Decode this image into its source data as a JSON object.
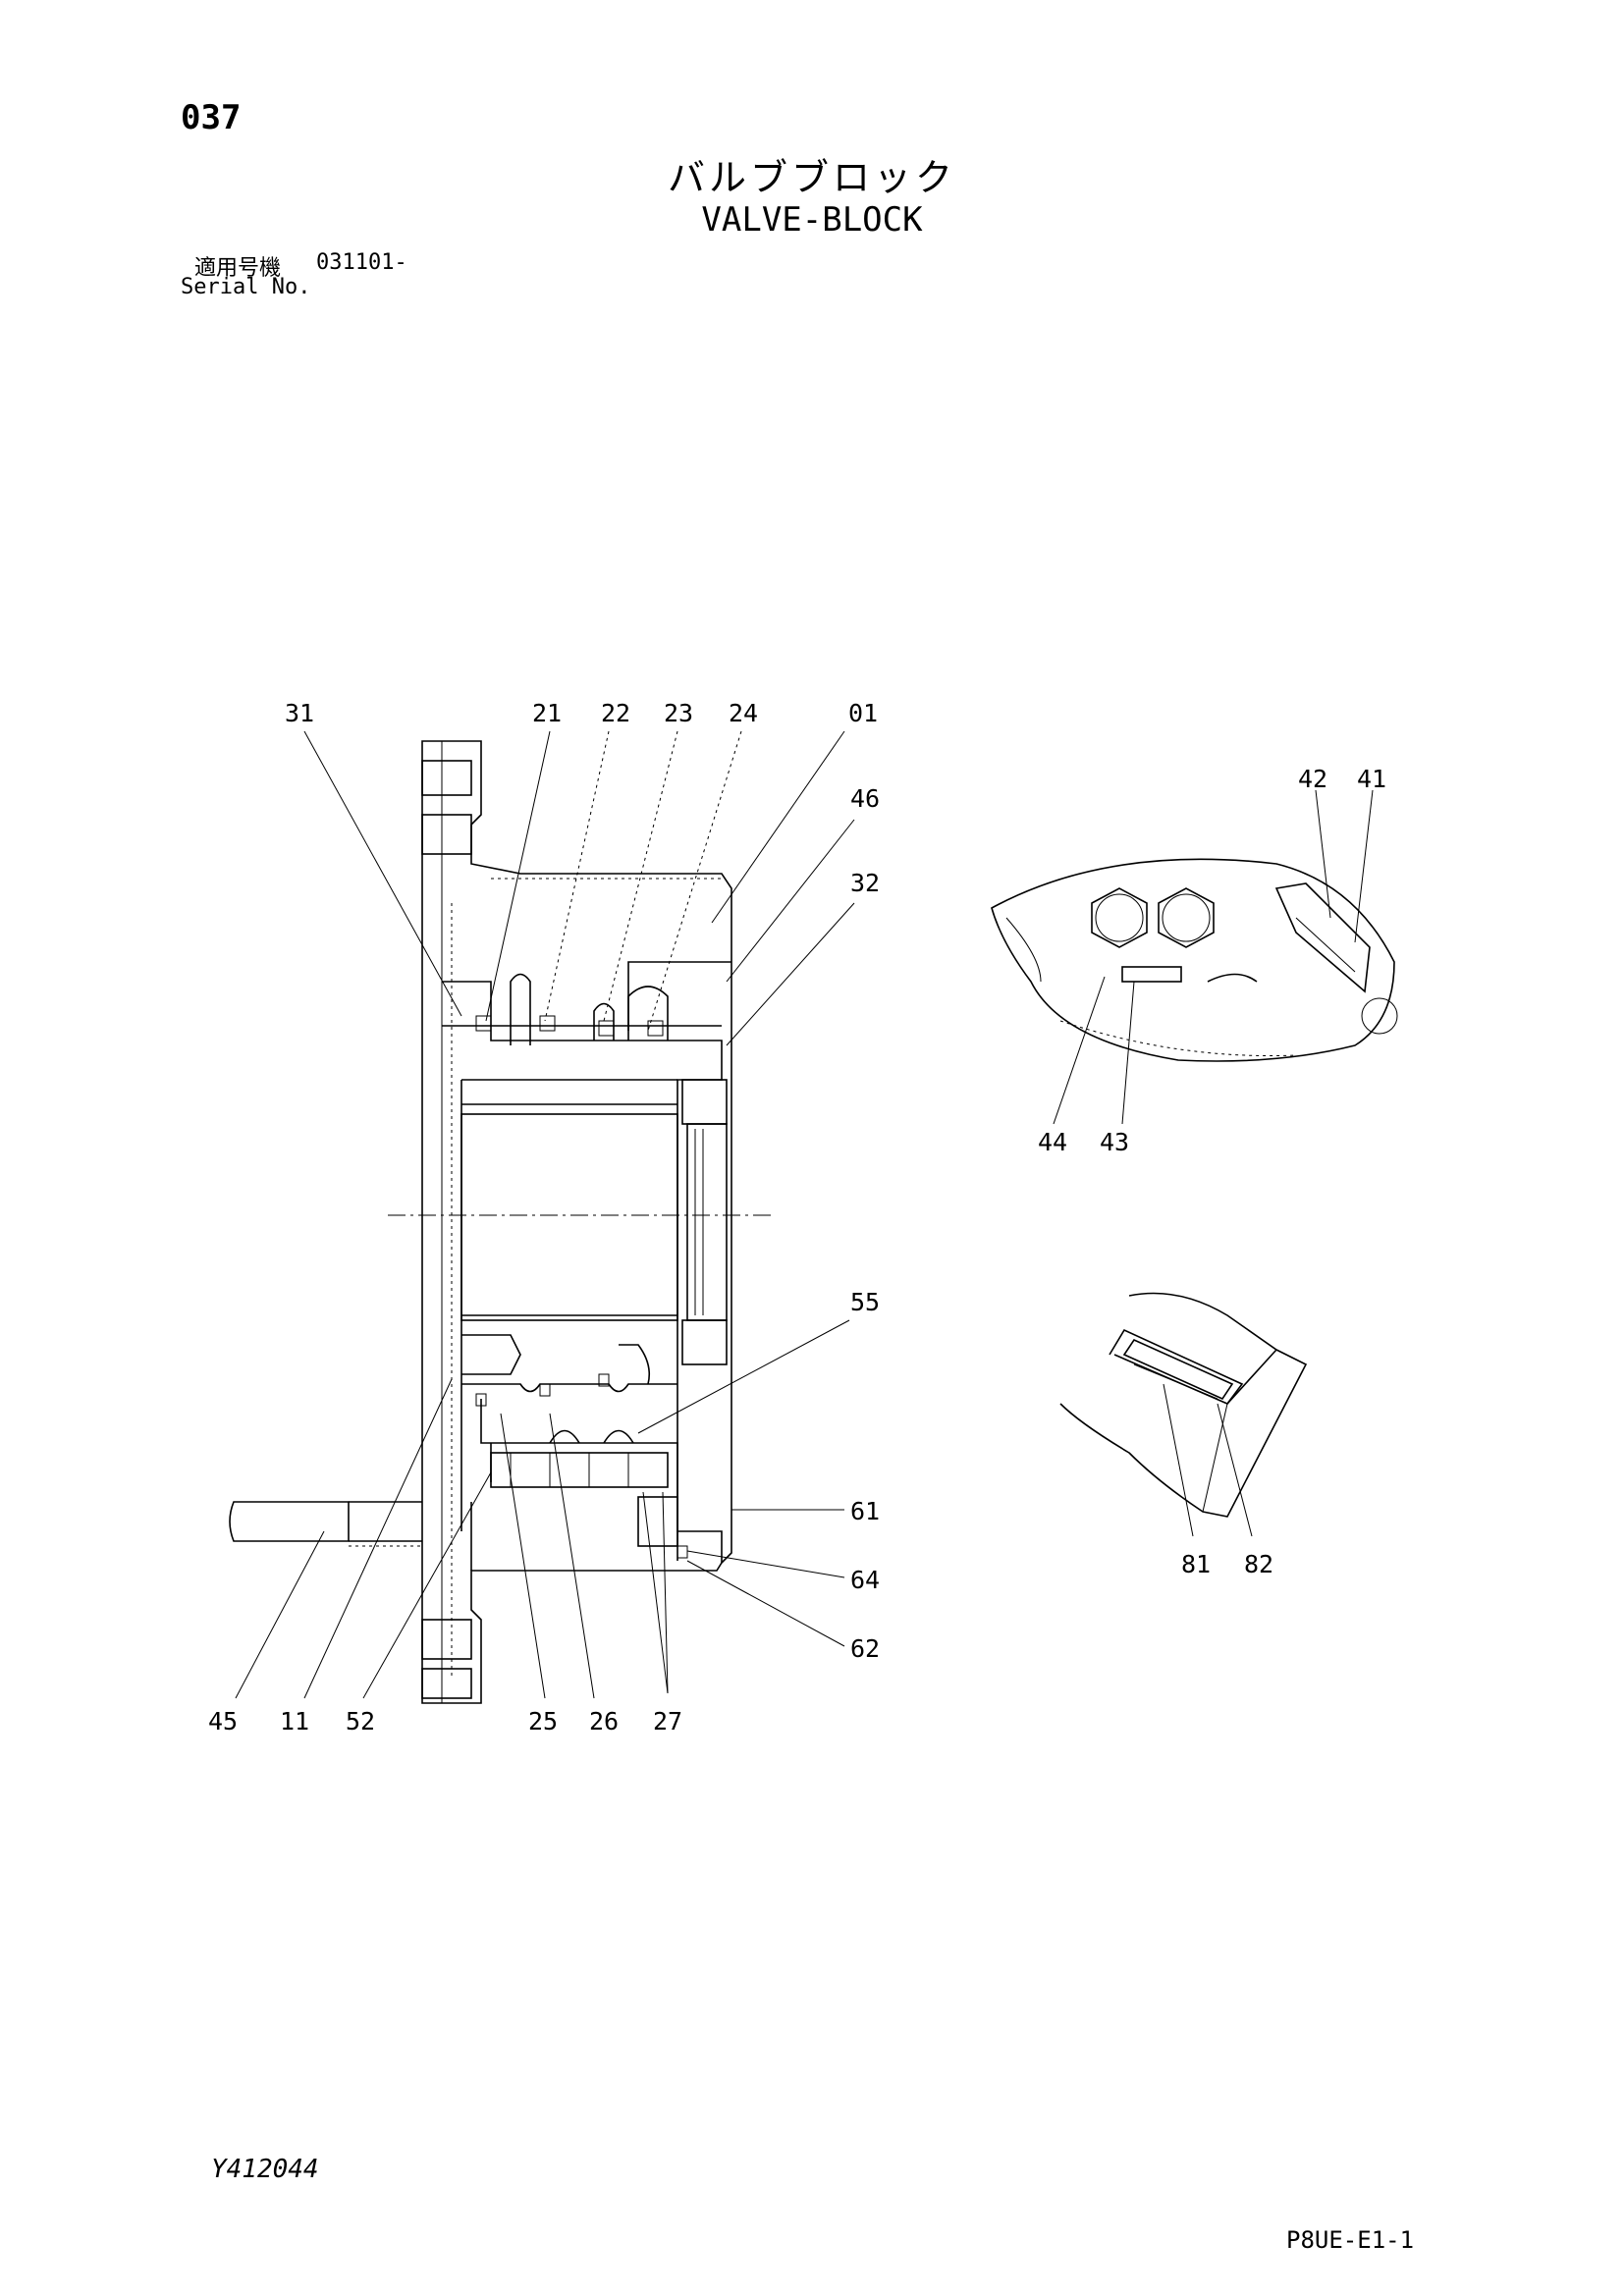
{
  "header": {
    "page_number": "037",
    "title_jp": "バルブブロック",
    "title_en": "VALVE-BLOCK",
    "serial_label_jp": "適用号機",
    "serial_value": "031101-",
    "serial_label_en": "Serial No."
  },
  "callouts": {
    "c31": "31",
    "c21": "21",
    "c22": "22",
    "c23": "23",
    "c24": "24",
    "c01": "01",
    "c46": "46",
    "c32": "32",
    "c55": "55",
    "c61": "61",
    "c64": "64",
    "c62": "62",
    "c45": "45",
    "c11": "11",
    "c52": "52",
    "c25": "25",
    "c26": "26",
    "c27": "27",
    "c42": "42",
    "c41": "41",
    "c44": "44",
    "c43": "43",
    "c81": "81",
    "c82": "82"
  },
  "footer": {
    "drawing_code": "Y412044",
    "sheet_code": "P8UE-E1-1"
  }
}
